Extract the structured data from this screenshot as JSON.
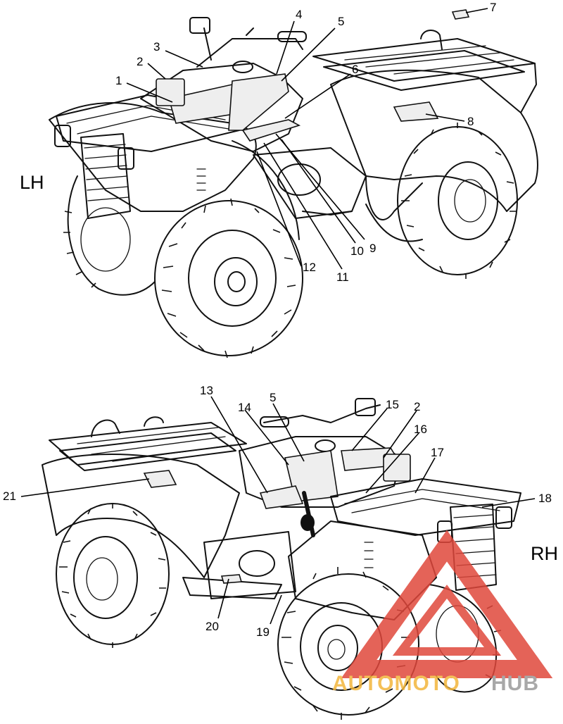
{
  "views": {
    "left": {
      "side_label": "LH"
    },
    "right": {
      "side_label": "RH"
    }
  },
  "callouts": {
    "c1": "1",
    "c2": "2",
    "c3": "3",
    "c4": "4",
    "c5": "5",
    "c6": "6",
    "c7": "7",
    "c8": "8",
    "c9": "9",
    "c10": "10",
    "c11": "11",
    "c12": "12",
    "c13": "13",
    "c14": "14",
    "c5b": "5",
    "c15": "15",
    "c2b": "2",
    "c16": "16",
    "c17": "17",
    "c18": "18",
    "c19": "19",
    "c20": "20",
    "c21": "21"
  },
  "watermark": {
    "part1": "AUTOMOTO",
    "part2": "HUB",
    "colors": {
      "triangle": "#e0483c",
      "text_orange": "#f3b63c",
      "text_grey": "#9a9a9a"
    }
  }
}
